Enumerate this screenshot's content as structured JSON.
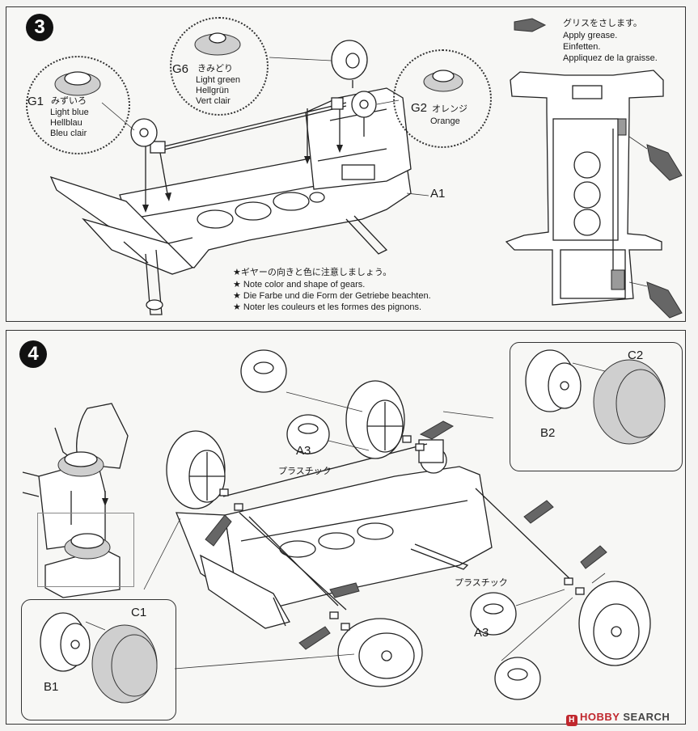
{
  "step3": {
    "number": "3",
    "gears": {
      "g1": {
        "code": "G1",
        "jp": "みずいろ",
        "en": "Light blue",
        "de": "Hellblau",
        "fr": "Bleu clair"
      },
      "g6": {
        "code": "G6",
        "jp": "きみどり",
        "en": "Light green",
        "de": "Hellgrün",
        "fr": "Vert clair"
      },
      "g2": {
        "code": "G2",
        "jp": "オレンジ",
        "en": "Orange"
      }
    },
    "part_a1": "A1",
    "grease": {
      "jp": "グリスをさします。",
      "en": "Apply grease.",
      "de": "Einfetten.",
      "fr": "Appliquez de la graisse."
    },
    "notes": [
      "★ギヤーの向きと色に注意しましょう。",
      "★ Note color and shape of gears.",
      "★ Die Farbe und die Form der Getriebe beachten.",
      "★ Noter les couleurs et les formes des pignons."
    ]
  },
  "step4": {
    "number": "4",
    "a3_top": "A3",
    "a3_bottom": "A3",
    "plastic_top": "プラスチック",
    "plastic_bottom": "プラスチック",
    "b2": "B2",
    "c2": "C2",
    "b1": "B1",
    "c1": "C1"
  },
  "footer": {
    "brand_a": "HOBBY",
    "brand_b": "SEARCH",
    "logo_glyph": "H"
  }
}
